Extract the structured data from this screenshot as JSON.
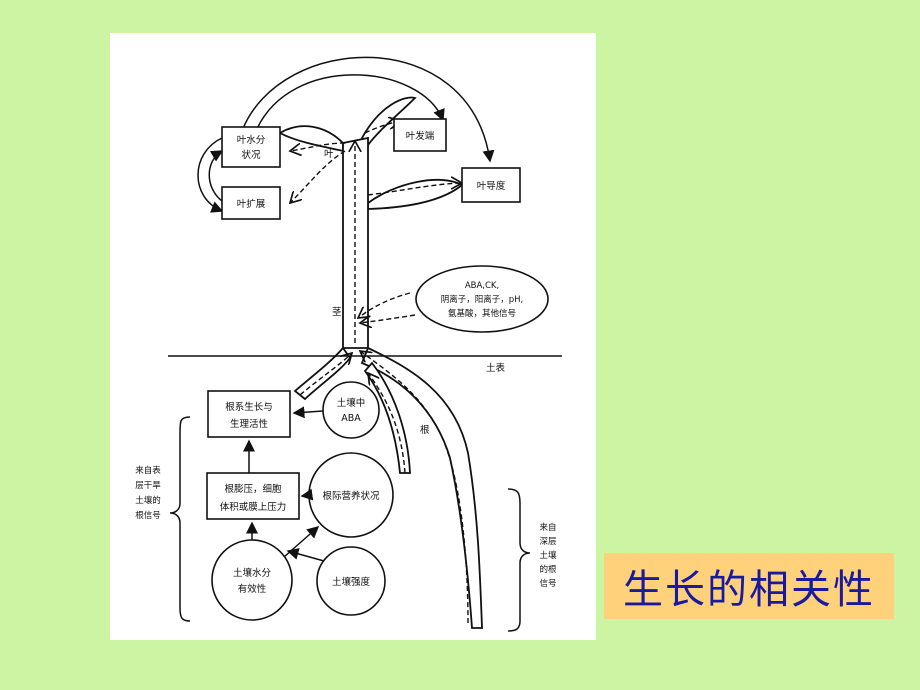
{
  "diagram": {
    "leaf_water_status": "叶水分状况",
    "leaf_expansion": "叶扩展",
    "leaf_primordium": "叶发端",
    "leaf_conductance": "叶导度",
    "leaf": "叶",
    "stem": "茎",
    "signals_line1": "ABA,CK,",
    "signals_line2": "阴离子，阳离子，pH,",
    "signals_line3": "氨基酸，其他信号",
    "soil_surface": "土表",
    "root_growth_line1": "根系生长与",
    "root_growth_line2": "生理活性",
    "soil_aba_line1": "土壤中",
    "soil_aba_line2": "ABA",
    "root": "根",
    "root_pressure_line1": "根膨压，细胞",
    "root_pressure_line2": "体积或膜上压力",
    "rhizosphere_nutrition": "根际营养状况",
    "soil_water_line1": "土壤水分",
    "soil_water_line2": "有效性",
    "soil_strength": "土壤强度",
    "dry_topsoil_signal": [
      "来自表",
      "层干旱",
      "土壤的",
      "根信号"
    ],
    "deep_soil_signal": [
      "来自",
      "深层",
      "土壤",
      "的根",
      "信号"
    ]
  },
  "slide_title": "生长的相关性"
}
